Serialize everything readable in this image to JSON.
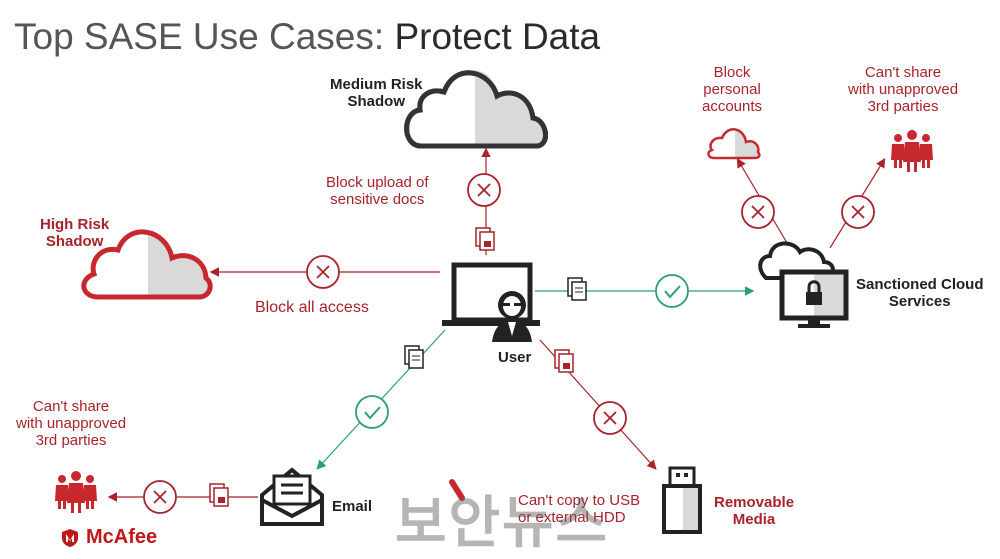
{
  "title": {
    "light": "Top SASE Use Cases: ",
    "bold": "Protect Data"
  },
  "nodes": {
    "medium_risk": "Medium Risk\nShadow",
    "high_risk": "High Risk\nShadow",
    "user": "User",
    "sanctioned": "Sanctioned Cloud\nServices",
    "email": "Email",
    "removable": "Removable\nMedia"
  },
  "labels": {
    "block_upload": "Block upload of\nsensitive docs",
    "block_all": "Block all access",
    "block_personal": "Block\npersonal\naccounts",
    "cant_share_top": "Can't share\nwith unapproved\n3rd parties",
    "cant_share_bottom": "Can't share\nwith unapproved\n3rd parties",
    "cant_copy": "Can't copy to USB\nor external HDD"
  },
  "brand": {
    "logo": "McAfee"
  },
  "watermark": "보안뉴스",
  "colors": {
    "red": "#a8232a",
    "green": "#2aa073",
    "dark": "#222222",
    "gray": "#d9d9d9"
  }
}
